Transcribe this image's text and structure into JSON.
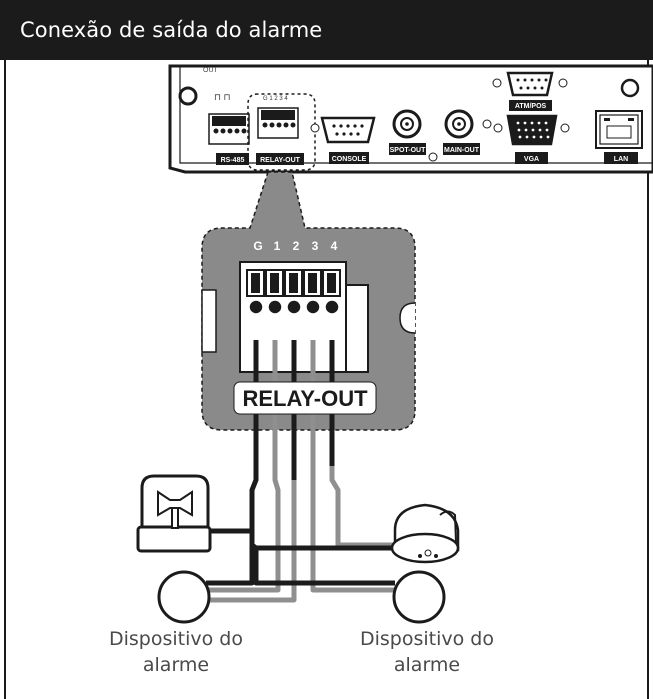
{
  "header": {
    "title": "Conexão de saída do alarme"
  },
  "panel": {
    "out_label": "OUT",
    "ports": {
      "rs485": "RS-485",
      "relay_out": "RELAY-OUT",
      "console": "CONSOLE",
      "spot_out": "SPOT-OUT",
      "main_out": "MAIN-OUT",
      "atm_pos": "ATM/POS",
      "vga": "VGA",
      "lan": "LAN"
    }
  },
  "zoom": {
    "pins": [
      "G",
      "1",
      "2",
      "3",
      "4"
    ],
    "label": "RELAY-OUT"
  },
  "captions": {
    "left_line1": "Dispositivo do",
    "left_line2": "alarme",
    "right_line1": "Dispositivo do",
    "right_line2": "alarme"
  },
  "colors": {
    "header_bg": "#1b1b1b",
    "panel_gray": "#8a8a8a",
    "wire_dark": "#1b1b1b",
    "wire_gray": "#8f8f8f"
  }
}
